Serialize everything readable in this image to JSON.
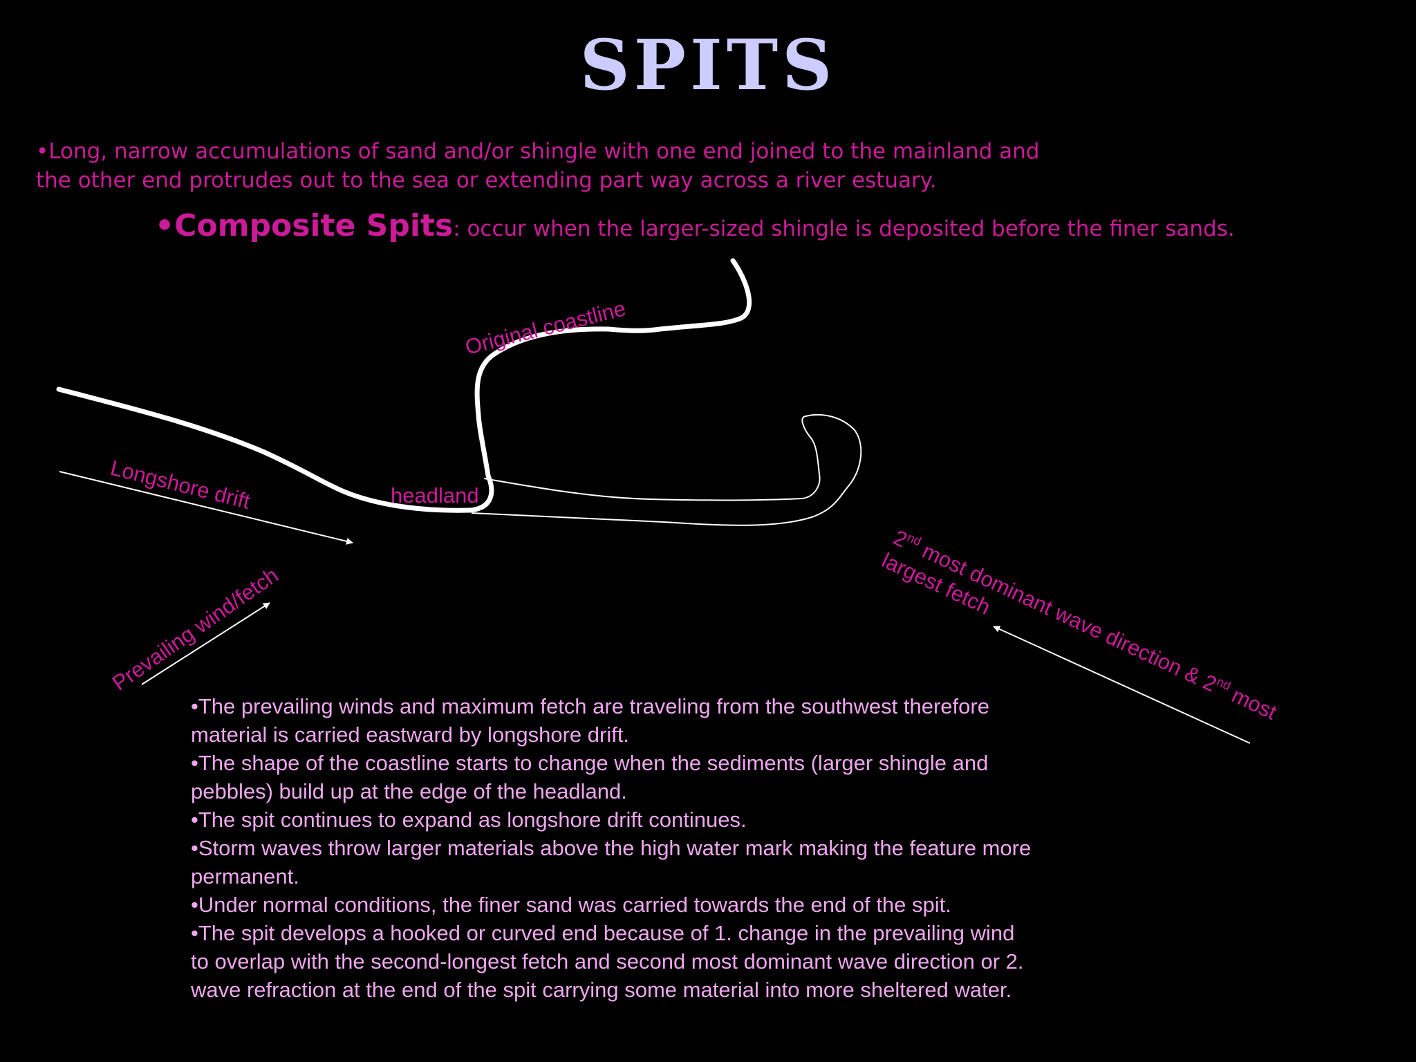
{
  "slide": {
    "title": "SPITS",
    "definition": {
      "line1": "•Long, narrow accumulations of sand and/or shingle with one end joined to the mainland and",
      "line2": "the other end protrudes out to the sea or extending part way across a river estuary."
    },
    "composite": {
      "term": "•Composite Spits",
      "text": ": occur when the larger-sized shingle is deposited before the finer sands."
    }
  },
  "diagram": {
    "labels": {
      "original_coastline": "Original coastline",
      "longshore_drift": "Longshore drift",
      "headland": "headland",
      "prevailing_wind": "Prevailing wind/fetch",
      "second_wave_a": "2",
      "sup_nd": "nd",
      "second_wave_b": " most dominant wave direction  & 2",
      "second_wave_c": " most",
      "largest_fetch": "largest fetch"
    }
  },
  "bullets": [
    "•The prevailing winds and maximum fetch are traveling from the southwest therefore",
    "material is carried eastward by longshore drift.",
    "•The shape of the coastline starts to change when the sediments (larger shingle and",
    "pebbles) build up at the edge of the headland.",
    "•The spit continues to expand as longshore drift continues.",
    "•Storm waves throw larger materials above the high water mark making the feature more",
    "permanent.",
    "•Under normal conditions, the finer sand was carried towards the end of the spit.",
    "•The spit develops a hooked or curved end because of 1. change in the prevailing wind",
    "to overlap with the second-longest fetch and second most dominant wave direction or 2.",
    "wave refraction at the end of the spit carrying some material into more sheltered water."
  ],
  "colors": {
    "background": "#000000",
    "title": "#ccccff",
    "magenta": "#cc1a99",
    "bullet_text": "#eea7ee",
    "coastline": "#ffffff"
  }
}
